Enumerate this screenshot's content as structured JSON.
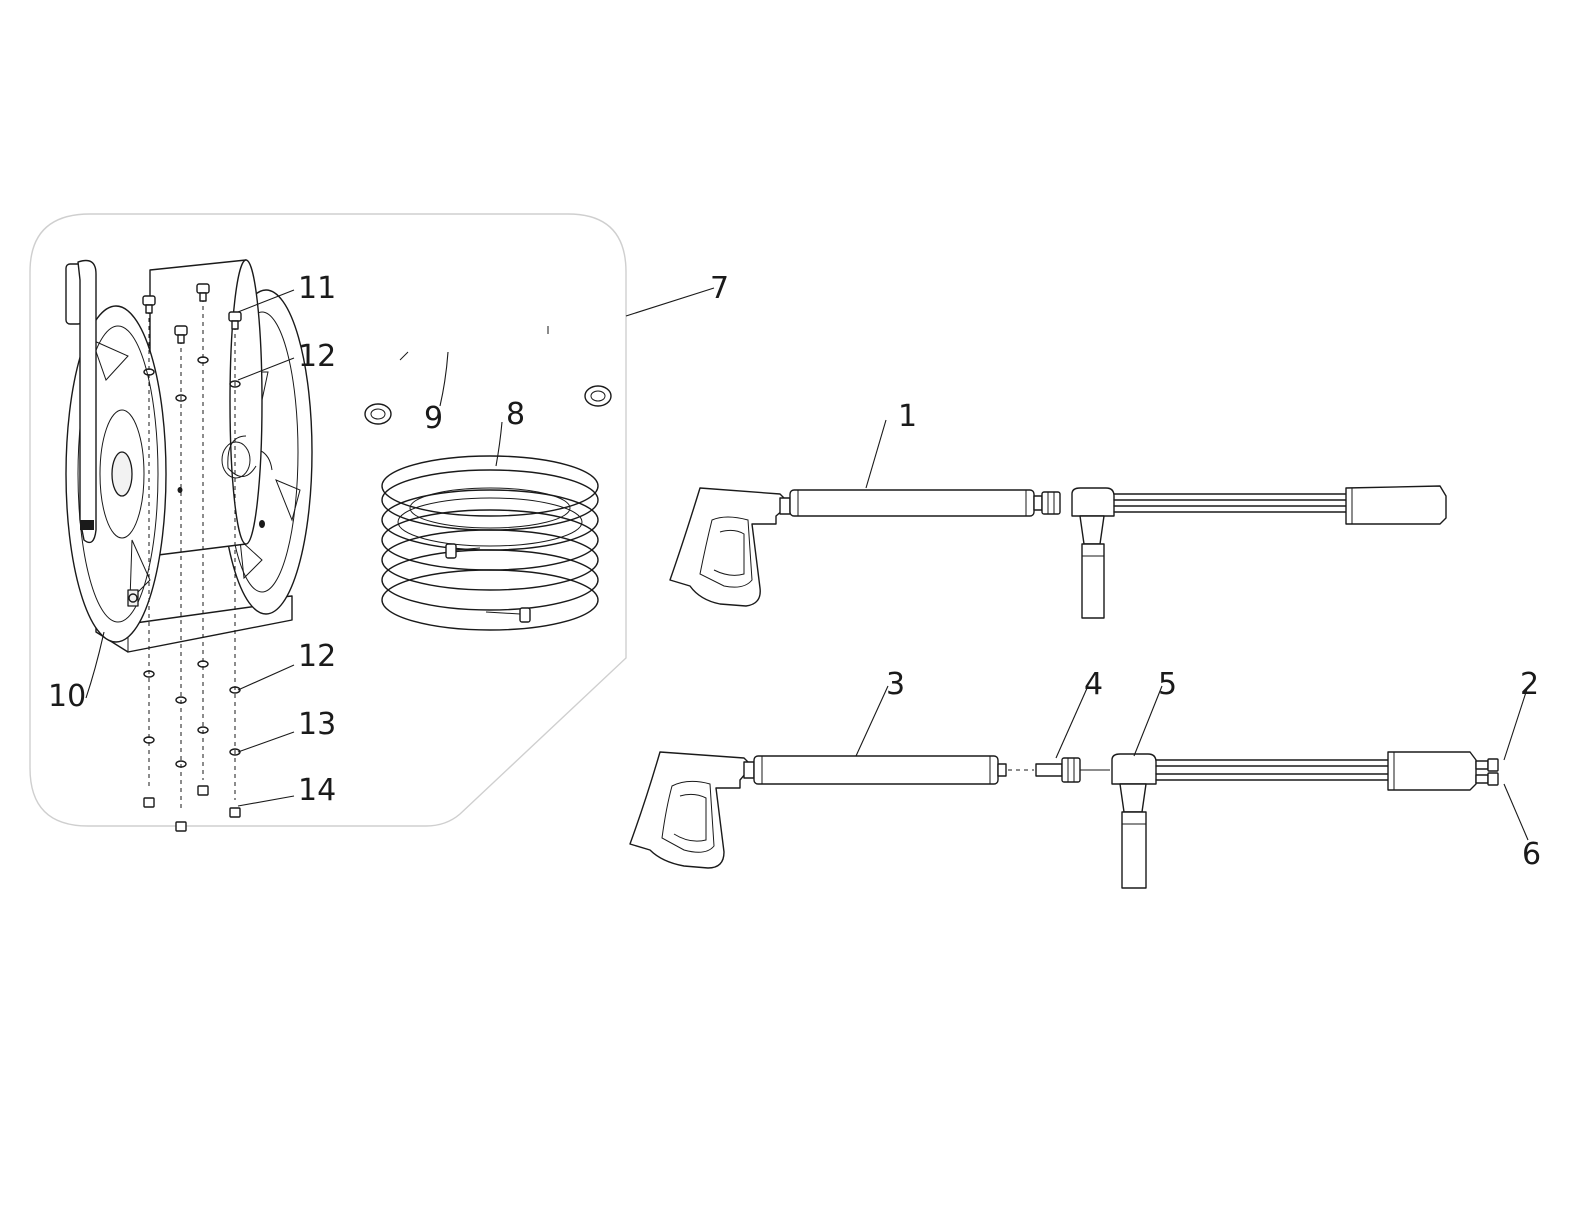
{
  "callouts": {
    "c1": "1",
    "c2": "2",
    "c3": "3",
    "c4": "4",
    "c5": "5",
    "c6": "6",
    "c7": "7",
    "c8": "8",
    "c9": "9",
    "c10": "10",
    "c11": "11",
    "c12a": "12",
    "c12b": "12",
    "c13": "13",
    "c14": "14"
  },
  "colors": {
    "line": "#1a1a1a",
    "background": "#ffffff",
    "panel_border": "#cfcfcf"
  }
}
